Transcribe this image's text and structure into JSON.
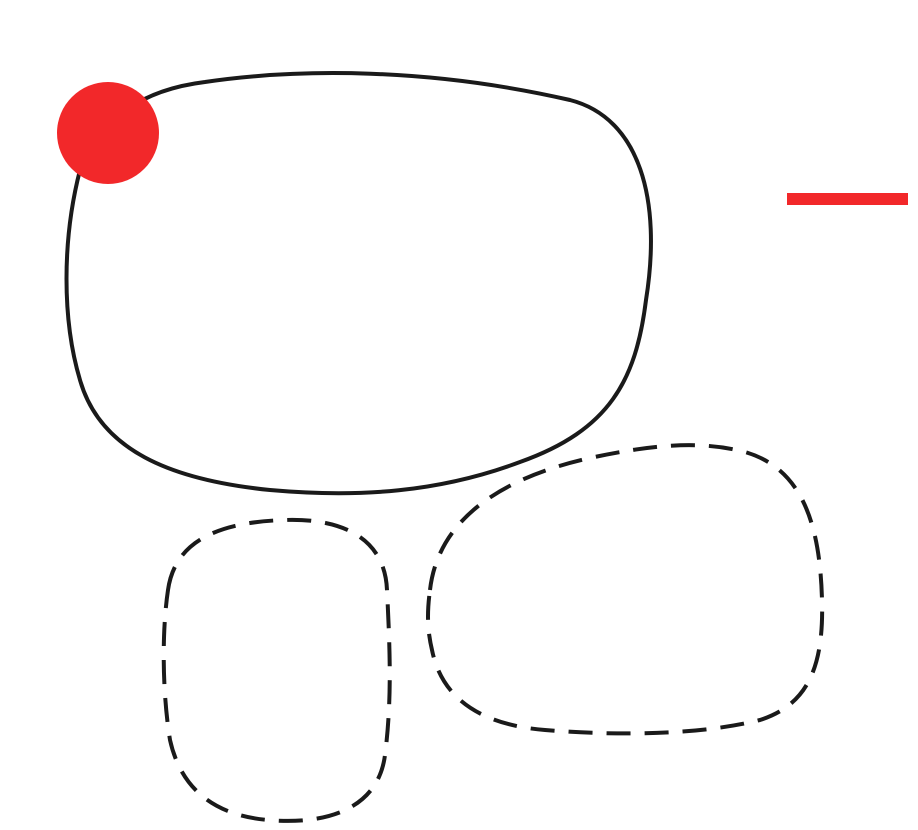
{
  "diagram": {
    "background_color": "#ffffff",
    "stroke_color": "#1a1a1a",
    "accent_color": "#f2282a",
    "shapes": [
      {
        "id": "solid-blob",
        "style": "solid"
      },
      {
        "id": "dashed-blob-left",
        "style": "dashed"
      },
      {
        "id": "dashed-blob-right",
        "style": "dashed"
      }
    ],
    "marks": [
      {
        "id": "red-dot",
        "kind": "dot"
      },
      {
        "id": "red-dash",
        "kind": "line"
      }
    ]
  }
}
